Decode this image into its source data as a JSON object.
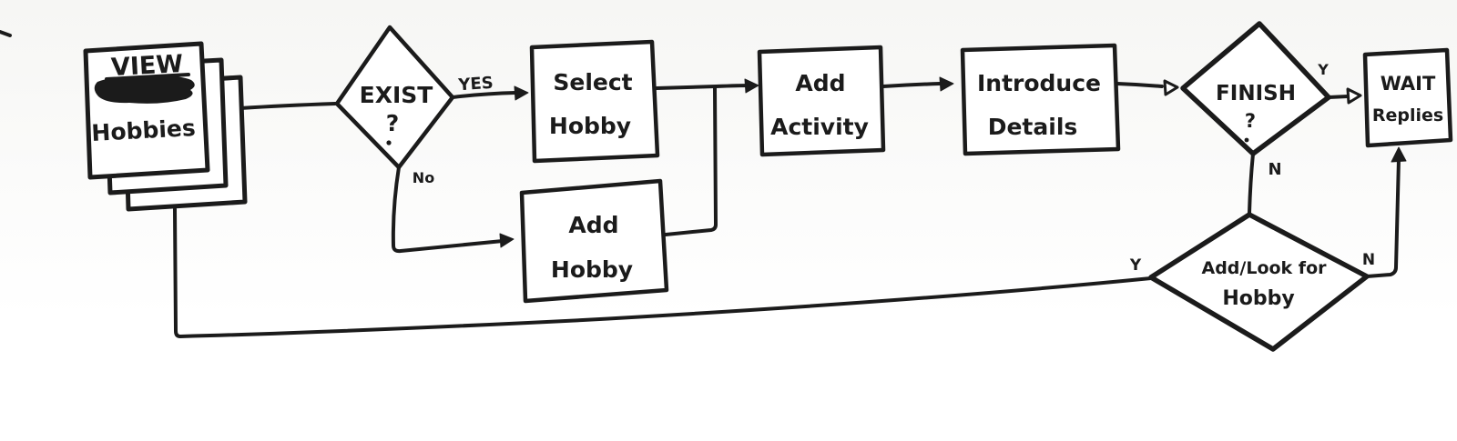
{
  "colors": {
    "ink": "#1b1b1b",
    "paper_top": "#f6f6f4",
    "paper": "#ffffff"
  },
  "nodes": {
    "view_hobbies": {
      "heading": "VIEW",
      "label": "Hobbies"
    },
    "exist": {
      "line1": "EXIST",
      "line2": "?"
    },
    "select_hobby": {
      "line1": "Select",
      "line2": "Hobby"
    },
    "add_hobby": {
      "line1": "Add",
      "line2": "Hobby"
    },
    "add_activity": {
      "line1": "Add",
      "line2": "Activity"
    },
    "introduce_details": {
      "line1": "Introduce",
      "line2": "Details"
    },
    "finish": {
      "line1": "FINISH",
      "line2": "?"
    },
    "wait_replies": {
      "line1": "WAIT",
      "line2": "Replies"
    },
    "add_look_for_hobby": {
      "line1": "Add/Look for",
      "line2": "Hobby"
    }
  },
  "edge_labels": {
    "exist_yes": "YES",
    "exist_no": "No",
    "finish_yes": "Y",
    "finish_no": "N",
    "add_look_yes": "Y",
    "add_look_no": "N"
  }
}
